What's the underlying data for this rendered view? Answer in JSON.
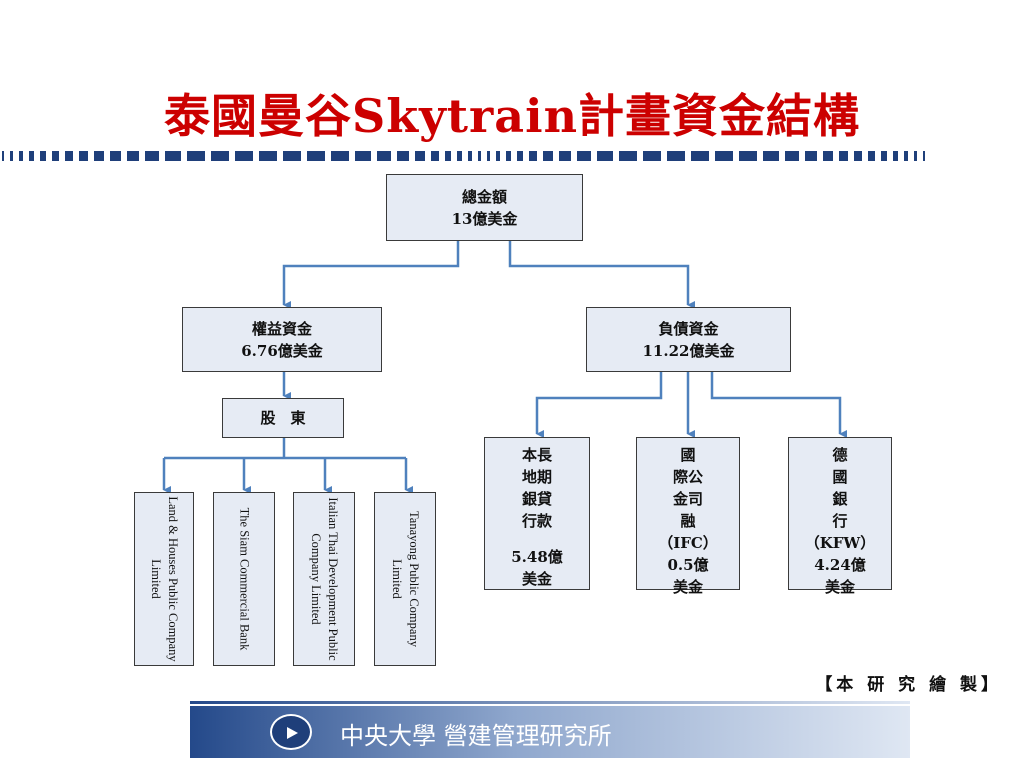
{
  "title": "泰國曼谷Skytrain計畫資金結構",
  "root": {
    "line1": "總金額",
    "line2": "13億美金"
  },
  "equity": {
    "line1": "權益資金",
    "line2": "6.76億美金"
  },
  "debt": {
    "line1": "負債資金",
    "line2": "11.22億美金"
  },
  "shareholders": {
    "label": "股　東"
  },
  "shareholder_list": [
    {
      "line1": "Land & Houses Public Company",
      "line2": "Limited"
    },
    {
      "line1": "The Siam Commercial Bank",
      "line2": ""
    },
    {
      "line1": "Italian Thai Development Public",
      "line2": "Company Limited"
    },
    {
      "line1": "Tanayong Public Company Limited",
      "line2": ""
    }
  ],
  "lenders": [
    {
      "lines": [
        "本長",
        "地期",
        "銀貸",
        "行款"
      ],
      "amount1": "5.48億",
      "amount2": "美金"
    },
    {
      "lines": [
        "國",
        "際公",
        "金司",
        "融",
        "（IFC）"
      ],
      "amount1": "0.5億",
      "amount2": "美金"
    },
    {
      "lines": [
        "德",
        "國",
        "銀",
        "行",
        "（KFW）"
      ],
      "amount1": "4.24億",
      "amount2": "美金"
    }
  ],
  "source_note": "【本 研 究 繪 製】",
  "footer": {
    "text": "中央大學 營建管理研究所"
  },
  "colors": {
    "title": "#cc0000",
    "box_fill": "#e6ebf4",
    "connector": "#4f81bd",
    "divider": "#1f3f7a"
  }
}
